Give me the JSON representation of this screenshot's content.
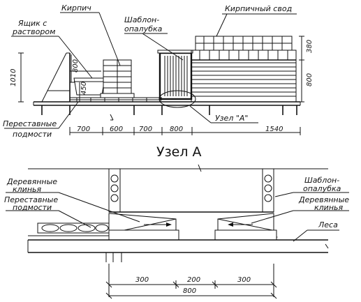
{
  "labels": {
    "brick": "Кирпич",
    "brick_vault": "Кирпичный свод",
    "mortar_box_1": "Ящик с",
    "mortar_box_2": "раствором",
    "template_1": "Шаблон-",
    "template_2": "опалубка",
    "scaffold_1": "Переставные",
    "scaffold_2": "подмости",
    "node_ref": "Узел \"А\"",
    "detail_title": "Узел А",
    "wedges_left_1": "Деревянные",
    "wedges_left_2": "клинья",
    "scaffold_detail_1": "Переставные",
    "scaffold_detail_2": "подмости",
    "template_detail_1": "Шаблон-",
    "template_detail_2": "опалубка",
    "wedges_right_1": "Деревянные",
    "wedges_right_2": "клинья",
    "scaffolding": "Леса"
  },
  "dimensions": {
    "h_1010": "1010",
    "h_800_left": "800",
    "h_450": "450",
    "h_380": "380",
    "h_800_right": "800",
    "w_700_a": "700",
    "w_600": "600",
    "w_700_b": "700",
    "w_800": "800",
    "w_1540": "1540",
    "d_300_a": "300",
    "d_200": "200",
    "d_300_b": "300",
    "d_800": "800"
  }
}
